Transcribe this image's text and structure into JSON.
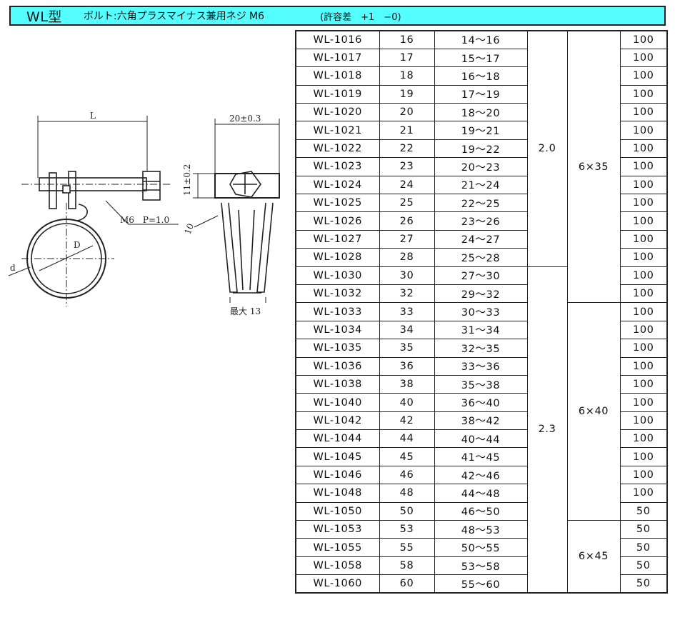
{
  "header": {
    "title": "WL型",
    "bolt": "ボルト:六角プラスマイナス兼用ネジ M6",
    "tolerance": "(許容差　+1　−0)"
  },
  "drawing": {
    "label_L": "L",
    "label_width": "20±0.3",
    "label_height": "11±0.2",
    "label_ten": "10",
    "label_thread": "M6　P=1.0",
    "label_D": "D",
    "label_d": "d",
    "label_max": "最大 13"
  },
  "table": {
    "rows": [
      {
        "model": "WL-1016",
        "size": "16",
        "range": "14～16",
        "qty": "100"
      },
      {
        "model": "WL-1017",
        "size": "17",
        "range": "15～17",
        "qty": "100"
      },
      {
        "model": "WL-1018",
        "size": "18",
        "range": "16～18",
        "qty": "100"
      },
      {
        "model": "WL-1019",
        "size": "19",
        "range": "17～19",
        "qty": "100"
      },
      {
        "model": "WL-1020",
        "size": "20",
        "range": "18～20",
        "qty": "100"
      },
      {
        "model": "WL-1021",
        "size": "21",
        "range": "19～21",
        "qty": "100"
      },
      {
        "model": "WL-1022",
        "size": "22",
        "range": "19～22",
        "qty": "100"
      },
      {
        "model": "WL-1023",
        "size": "23",
        "range": "20～23",
        "qty": "100"
      },
      {
        "model": "WL-1024",
        "size": "24",
        "range": "21～24",
        "qty": "100"
      },
      {
        "model": "WL-1025",
        "size": "25",
        "range": "22～25",
        "qty": "100"
      },
      {
        "model": "WL-1026",
        "size": "26",
        "range": "23～26",
        "qty": "100"
      },
      {
        "model": "WL-1027",
        "size": "27",
        "range": "24～27",
        "qty": "100"
      },
      {
        "model": "WL-1028",
        "size": "28",
        "range": "25～28",
        "qty": "100"
      },
      {
        "model": "WL-1030",
        "size": "30",
        "range": "27～30",
        "qty": "100"
      },
      {
        "model": "WL-1032",
        "size": "32",
        "range": "29～32",
        "qty": "100"
      },
      {
        "model": "WL-1033",
        "size": "33",
        "range": "30～33",
        "qty": "100"
      },
      {
        "model": "WL-1034",
        "size": "34",
        "range": "31～34",
        "qty": "100"
      },
      {
        "model": "WL-1035",
        "size": "35",
        "range": "32～35",
        "qty": "100"
      },
      {
        "model": "WL-1036",
        "size": "36",
        "range": "33～36",
        "qty": "100"
      },
      {
        "model": "WL-1038",
        "size": "38",
        "range": "35～38",
        "qty": "100"
      },
      {
        "model": "WL-1040",
        "size": "40",
        "range": "36～40",
        "qty": "100"
      },
      {
        "model": "WL-1042",
        "size": "42",
        "range": "38～42",
        "qty": "100"
      },
      {
        "model": "WL-1044",
        "size": "44",
        "range": "40～44",
        "qty": "100"
      },
      {
        "model": "WL-1045",
        "size": "45",
        "range": "41～45",
        "qty": "100"
      },
      {
        "model": "WL-1046",
        "size": "46",
        "range": "42～46",
        "qty": "100"
      },
      {
        "model": "WL-1048",
        "size": "48",
        "range": "44～48",
        "qty": "100"
      },
      {
        "model": "WL-1050",
        "size": "50",
        "range": "46～50",
        "qty": "50"
      },
      {
        "model": "WL-1053",
        "size": "53",
        "range": "48～53",
        "qty": "50"
      },
      {
        "model": "WL-1055",
        "size": "55",
        "range": "50～55",
        "qty": "50"
      },
      {
        "model": "WL-1058",
        "size": "58",
        "range": "53～58",
        "qty": "50"
      },
      {
        "model": "WL-1060",
        "size": "60",
        "range": "55～60",
        "qty": "50"
      }
    ],
    "thickness_groups": [
      {
        "value": "2.0",
        "rows": 13
      },
      {
        "value": "2.3",
        "rows": 18
      }
    ],
    "bolt_groups": [
      {
        "value": "6×35",
        "rows": 15
      },
      {
        "value": "6×40",
        "rows": 12
      },
      {
        "value": "6×45",
        "rows": 4
      }
    ]
  },
  "colors": {
    "header_bg": "#55ffff",
    "line": "#222222"
  }
}
